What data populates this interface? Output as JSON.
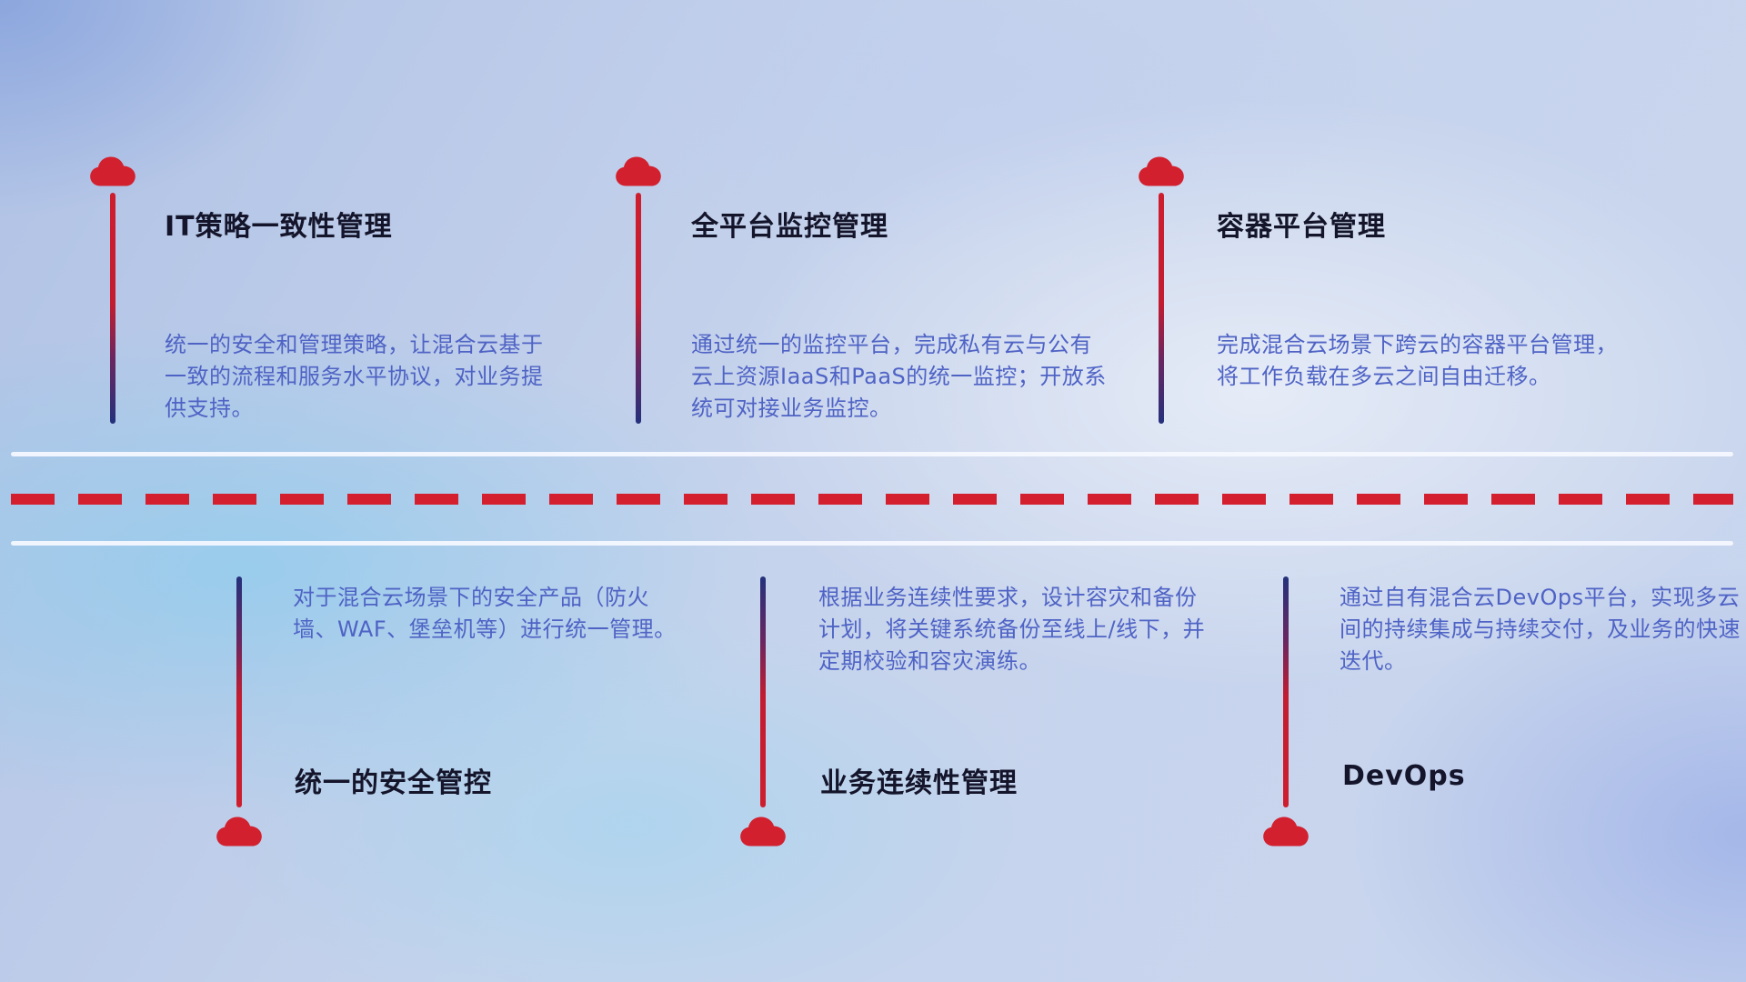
{
  "top_items": [
    {
      "title": "IT策略一致性管理",
      "description": "统一的安全和管理策略，让混合云基于一致的流程和服务水平协议，对业务提供支持。"
    },
    {
      "title": "全平台监控管理",
      "description": "通过统一的监控平台，完成私有云与公有云上资源IaaS和PaaS的统一监控；开放系统可对接业务监控。"
    },
    {
      "title": "容器平台管理",
      "description": "完成混合云场景下跨云的容器平台管理，将工作负载在多云之间自由迁移。"
    }
  ],
  "bottom_items": [
    {
      "title": "统一的安全管控",
      "description": "对于混合云场景下的安全产品（防火墙、WAF、堡垒机等）进行统一管理。"
    },
    {
      "title": "业务连续性管理",
      "description": "根据业务连续性要求，设计容灾和备份计划，将关键系统备份至线上/线下，并定期校验和容灾演练。"
    },
    {
      "title": "DevOps",
      "description": "通过自有混合云DevOps平台，实现多云间的持续集成与持续交付，及业务的快速迭代。"
    }
  ],
  "icons": {
    "cloud": "cloud-icon"
  },
  "colors": {
    "accent_red": "#d41f2f",
    "accent_blue": "#24317c",
    "title_color": "#14152b",
    "description_color": "#4f63c5",
    "divider_color": "#f6f9ff"
  }
}
